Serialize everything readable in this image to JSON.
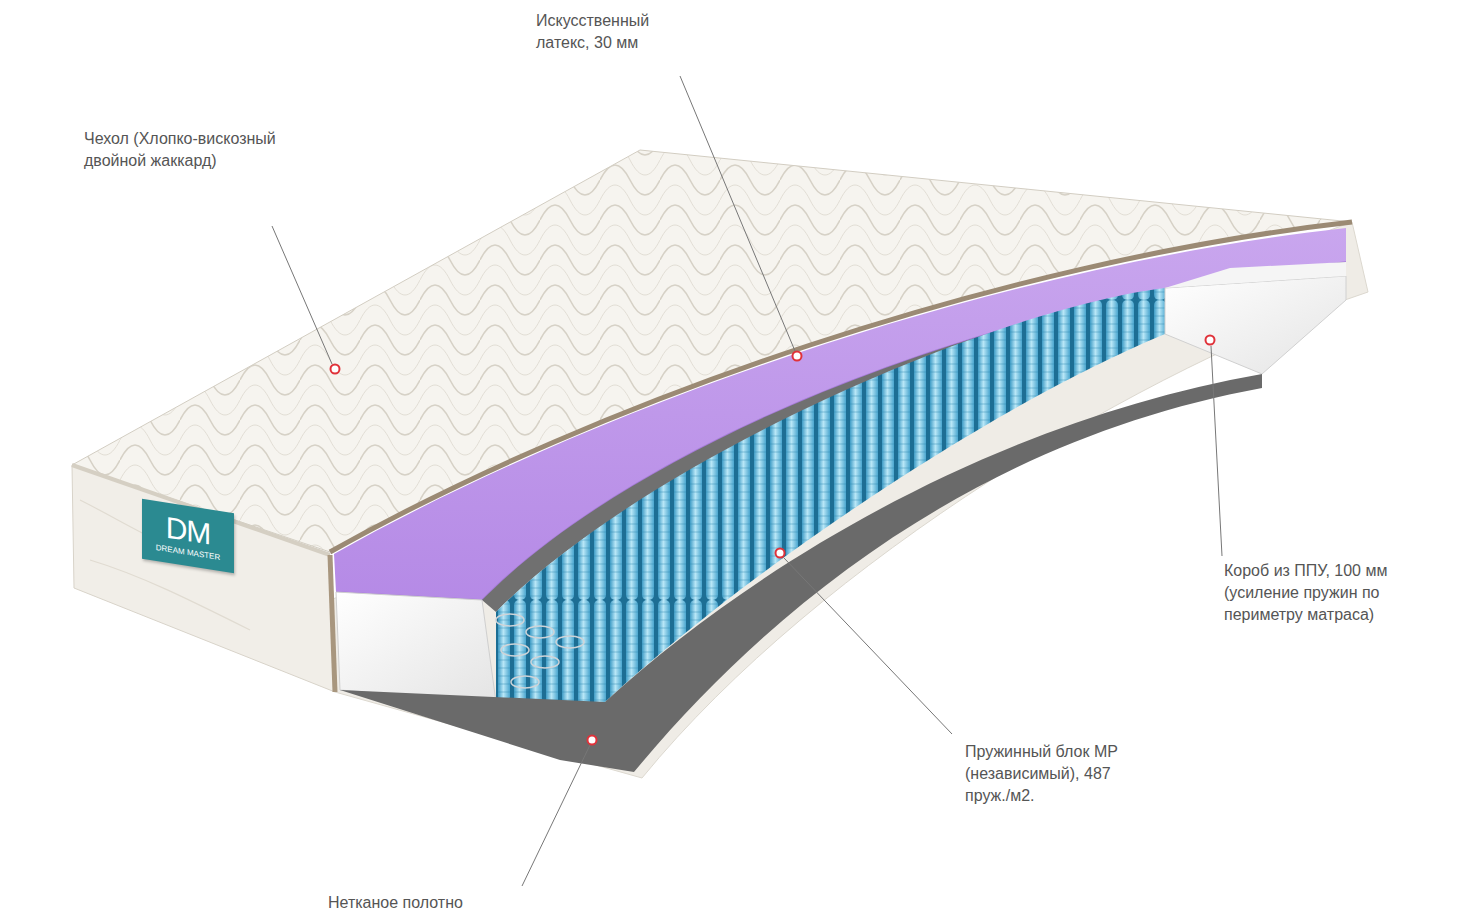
{
  "diagram": {
    "nodes": [
      {
        "text": [
          "DM",
          "DREAM MASTER"
        ]
      }
    ],
    "labels": [
      "Искусственный латекс, 30 мм",
      "Чехол (Хлопко-вискозный двойной жаккард)",
      "Короб из ППУ, 100 мм (усиление пружин по периметру матраса)",
      "Пружинный блок МР (независимый), 487 пруж./м2.",
      "Нетканое полотно"
    ]
  }
}
